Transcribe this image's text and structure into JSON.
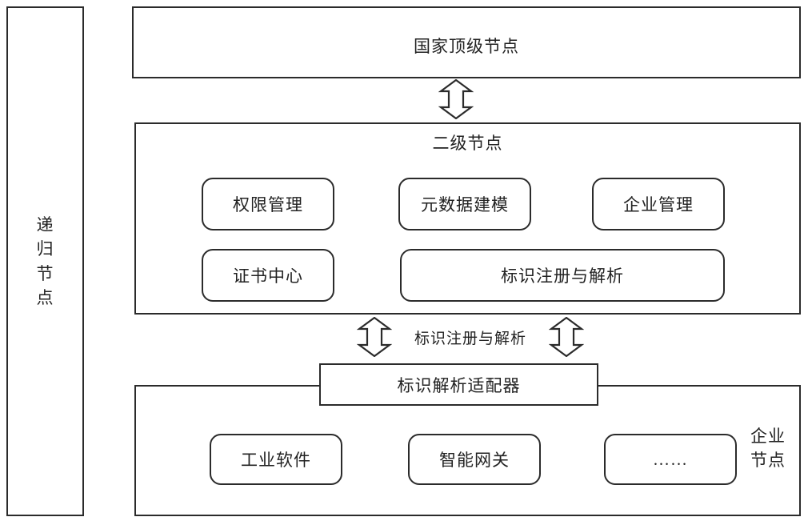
{
  "diagram": {
    "title_hidden": "",
    "recursive_node": {
      "label": "递归节点",
      "chars": [
        "递",
        "归",
        "节",
        "点"
      ]
    },
    "top_node": {
      "label": "国家顶级节点"
    },
    "second_node": {
      "label": "二级节点",
      "modules_row1": [
        {
          "label": "权限管理"
        },
        {
          "label": "元数据建模"
        },
        {
          "label": "企业管理"
        }
      ],
      "modules_row2": [
        {
          "label": "证书中心"
        },
        {
          "label": "标识注册与解析"
        }
      ]
    },
    "middle_connector": {
      "label": "标识注册与解析",
      "left_arrow": "double-headed-vertical-arrow",
      "right_arrow": "double-headed-vertical-arrow"
    },
    "top_connector": {
      "arrow": "double-headed-vertical-arrow"
    },
    "adapter": {
      "label": "标识解析适配器"
    },
    "enterprise_node": {
      "label": "企业节点",
      "lines": [
        "企业",
        "节点"
      ],
      "modules": [
        {
          "label": "工业软件"
        },
        {
          "label": "智能网关"
        },
        {
          "label": "……"
        }
      ]
    },
    "colors": {
      "stroke": "#2b2b2b",
      "text": "#222222",
      "background": "#ffffff"
    }
  }
}
